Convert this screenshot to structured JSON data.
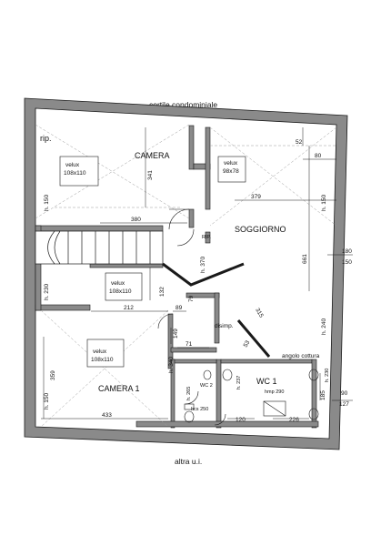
{
  "outside": {
    "top": "cortile condominiale",
    "bottom": "altra u.i."
  },
  "rooms": {
    "rip": "rip.",
    "camera": "CAMERA",
    "soggiorno": "SOGGIORNO",
    "camera1": "CAMERA 1",
    "wc1": "WC 1",
    "wc2": "WC 2",
    "disimp": "disimp.",
    "angolo_cottura": "angolo cottura",
    "rip_small": "RIP."
  },
  "skylights": {
    "v1_name": "velux",
    "v1_size": "108x110",
    "v2_name": "velux",
    "v2_size": "98x78",
    "v3_name": "velux",
    "v3_size": "108x110",
    "v4_name": "velux",
    "v4_size": "108x110"
  },
  "heights": {
    "h150_a": "h. 150",
    "h150_b": "h. 150",
    "h150_c": "h. 150",
    "h230": "h. 230",
    "h370": "h. 370",
    "h240": "h. 240",
    "h340": "h. 340",
    "h265": "h. 265",
    "h237": "h. 237",
    "h230_wc": "h. 230",
    "hcs250": "hcs 250",
    "hmp290": "hmp 290"
  },
  "dims": {
    "d341": "341",
    "d380": "380",
    "d379": "379",
    "d52": "52",
    "d80": "80",
    "d661": "661",
    "d180": "180",
    "d150": "150",
    "d132": "132",
    "d212": "212",
    "d89": "89",
    "d79": "79",
    "d315": "315",
    "d149": "149",
    "d71": "71",
    "d53": "53",
    "d359": "359",
    "d433": "433",
    "d120": "120",
    "d226": "226",
    "d185": "185",
    "d90": "90",
    "d127": "127"
  },
  "colors": {
    "wall": "#8a8a8a",
    "line": "#1a1a1a",
    "dash": "#9a9a9a"
  }
}
